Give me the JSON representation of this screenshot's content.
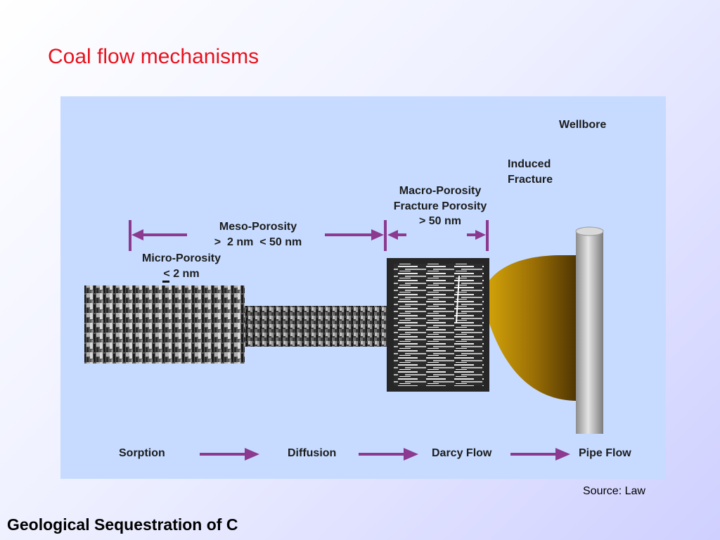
{
  "slide": {
    "title": "Coal flow mechanisms",
    "source": "Source: Law",
    "footer": "Geological Sequestration of C"
  },
  "diagram": {
    "wellbore": "Wellbore",
    "induced_fracture": [
      "Induced",
      "Fracture"
    ],
    "macro_porosity": [
      "Macro-Porosity",
      "Fracture Porosity",
      "> 50 nm"
    ],
    "meso_porosity": [
      "Meso-Porosity",
      ">  2 nm  < 50 nm"
    ],
    "micro_porosity": [
      "Micro-Porosity",
      "< 2 nm"
    ],
    "flow_stages": [
      "Sorption",
      "Diffusion",
      "Darcy Flow",
      "Pipe Flow"
    ]
  },
  "colors": {
    "title": "#e8121d",
    "panel": "#c6dbff",
    "arrow": "#8b3a8f",
    "fracture_fill": "#b88a00",
    "wellbore": "#b9b9b9"
  }
}
